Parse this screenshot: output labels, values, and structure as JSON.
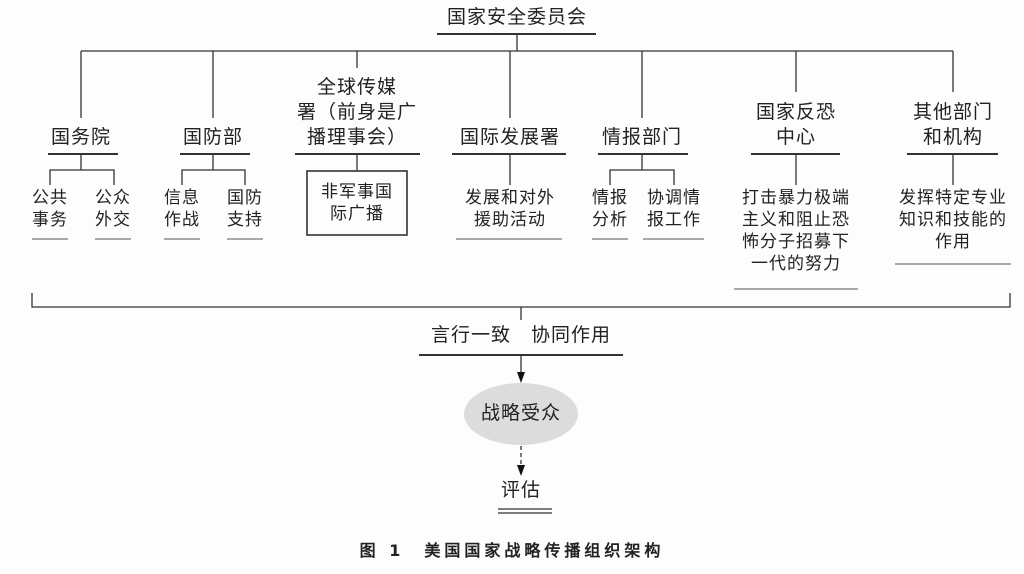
{
  "root": "国家安全委员会",
  "departments": [
    {
      "name": "国务院",
      "children": [
        "公共\n事务",
        "公众\n外交"
      ]
    },
    {
      "name": "国防部",
      "children": [
        "信息\n作战",
        "国防\n支持"
      ]
    },
    {
      "name": "全球传媒\n署（前身是广\n播理事会）",
      "children": [
        "非军事国\n际广播"
      ]
    },
    {
      "name": "国际发展署",
      "children": [
        "发展和对外\n援助活动"
      ]
    },
    {
      "name": "情报部门",
      "children": [
        "情报\n分析",
        "协调情\n报工作"
      ]
    },
    {
      "name": "国家反恐\n中心",
      "children": [
        "打击暴力极端\n主义和阻止恐\n怖分子招募下\n一代的努力"
      ]
    },
    {
      "name": "其他部门\n和机构",
      "children": [
        "发挥特定专业\n知识和技能的\n作用"
      ]
    }
  ],
  "principle": "言行一致　协同作用",
  "audience": "战略受众",
  "evaluation": "评估",
  "caption": "图 1　美国国家战略传播组织架构"
}
